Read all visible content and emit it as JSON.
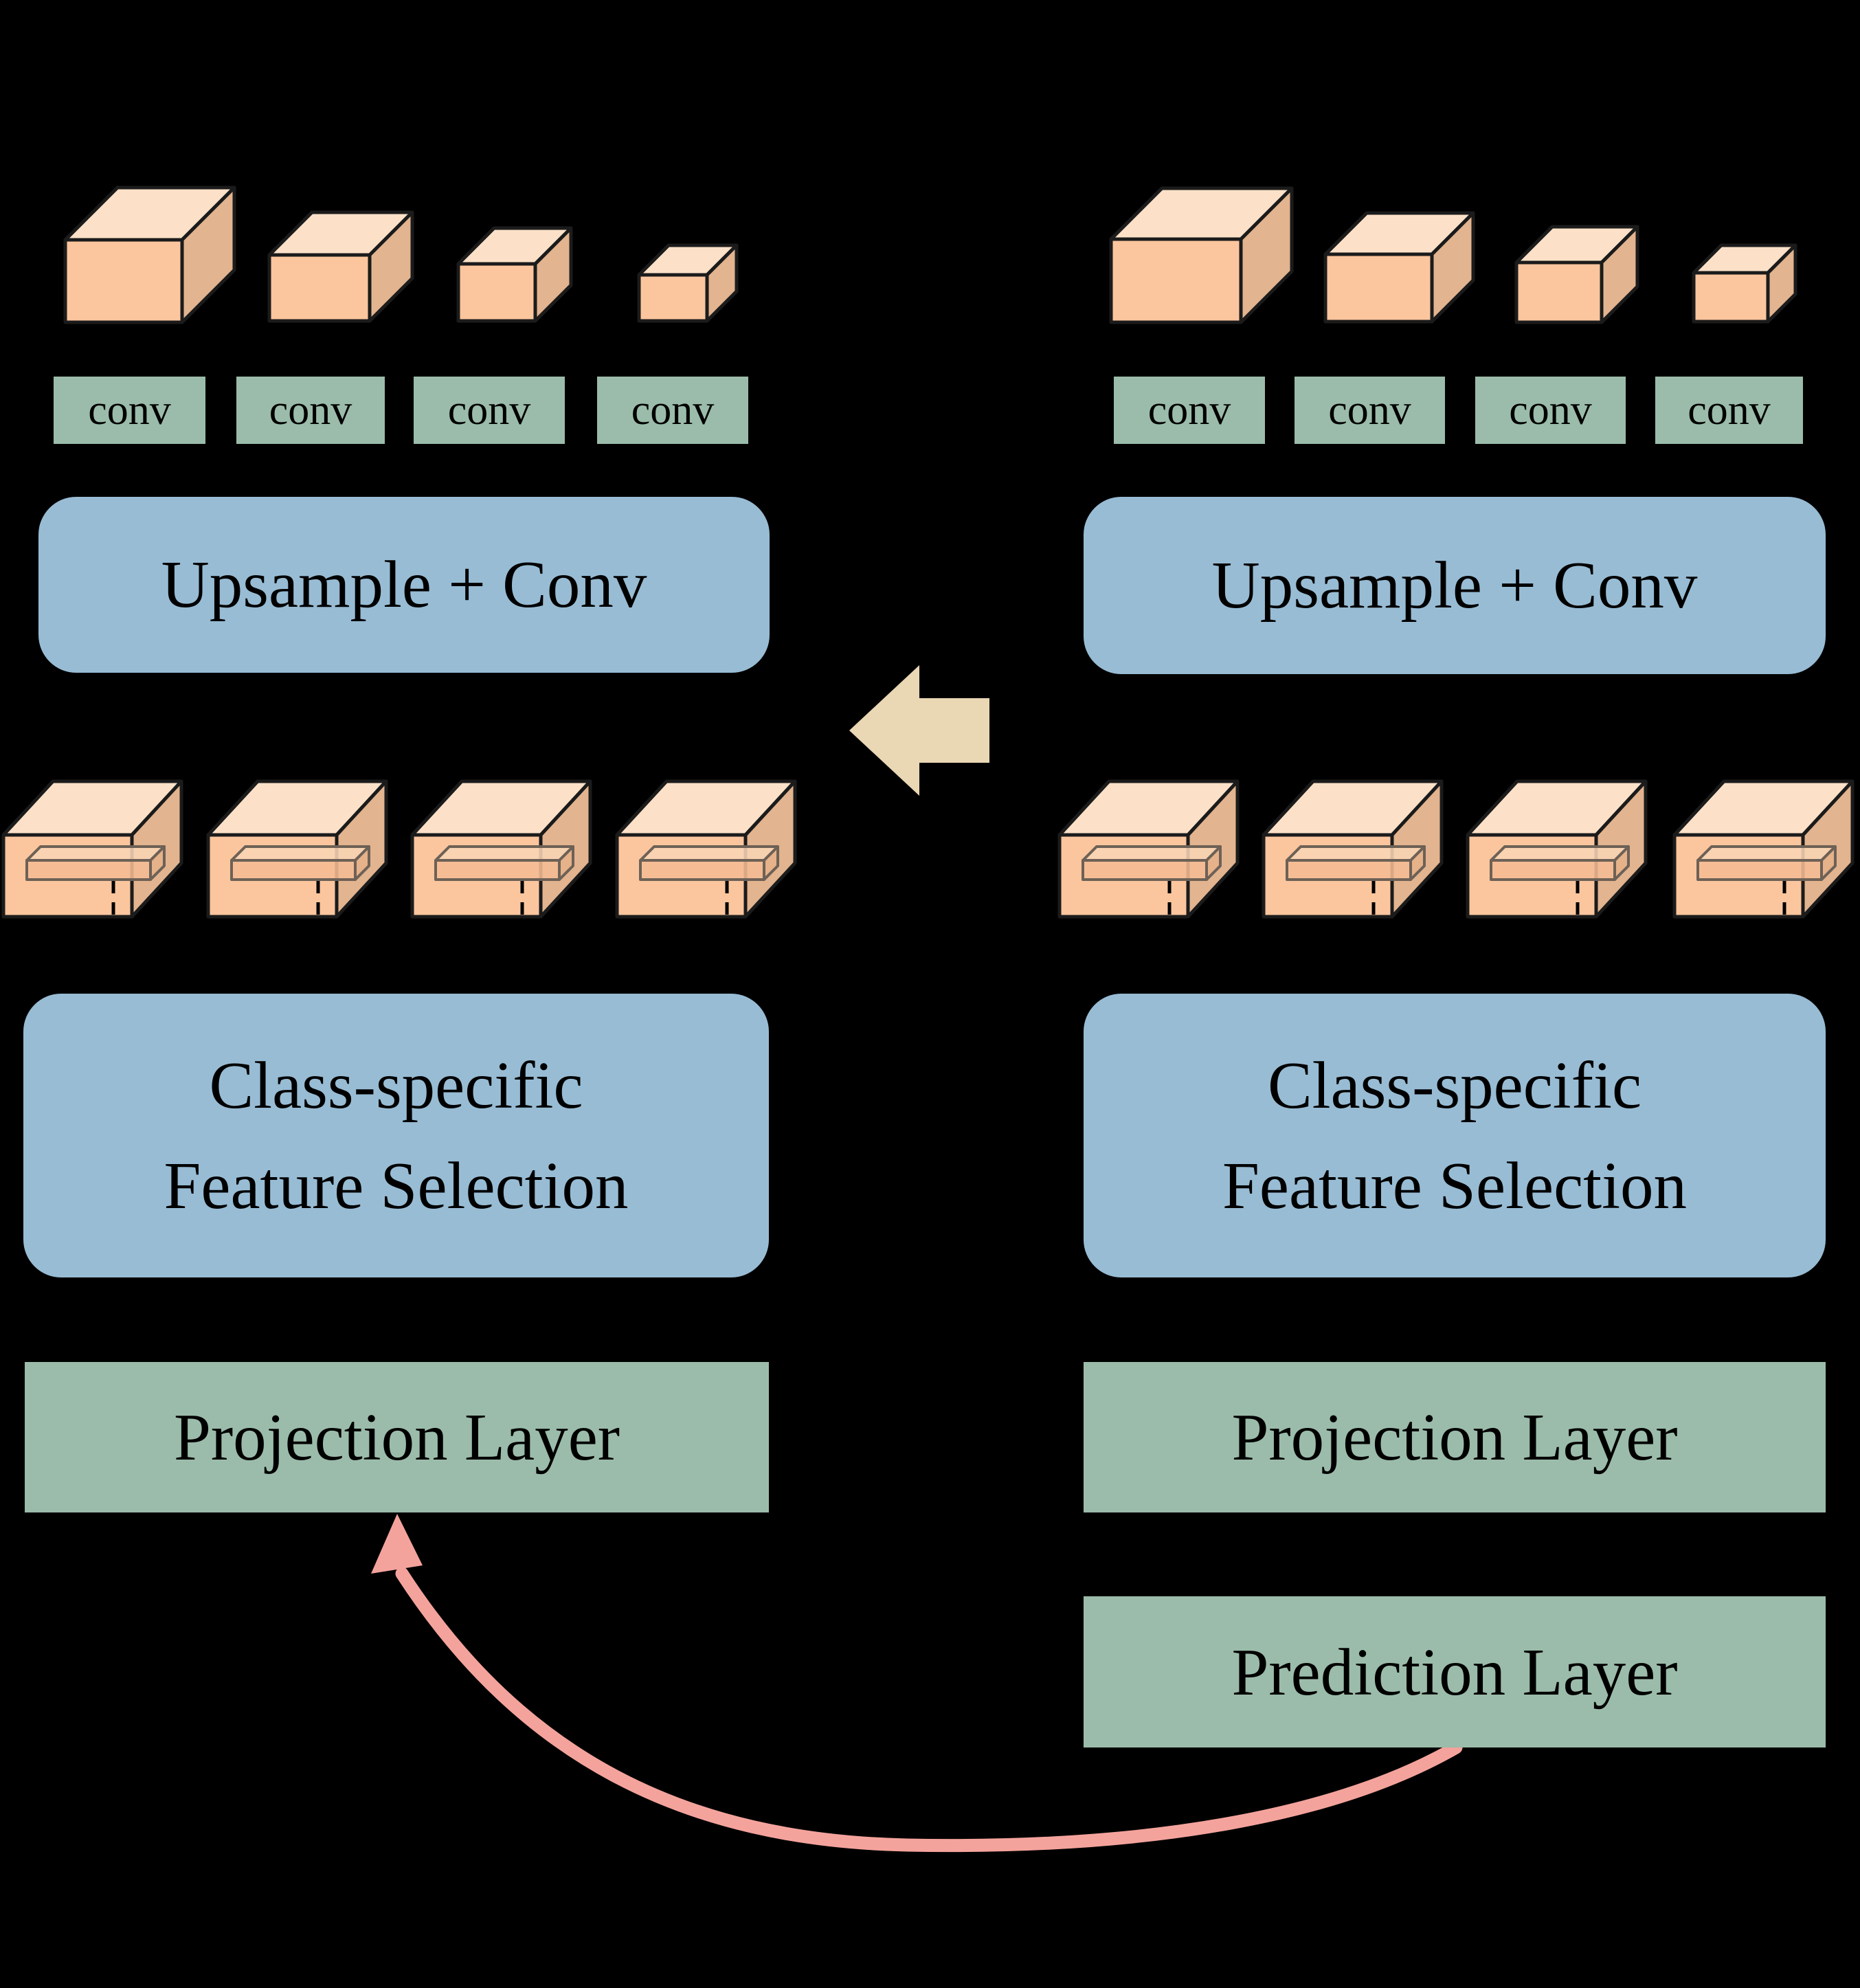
{
  "colors": {
    "background": "#000000",
    "box-front": "#FBC69E",
    "box-top": "#FCE1C8",
    "box-side": "#E2B48F",
    "box-outline": "#1B1B1B",
    "slab-front": "#F5BC94",
    "slab-top": "#F8D5B5",
    "slab-side": "#E5B28A",
    "slab-outline": "#6E6156",
    "green": "#9BBCAA",
    "blue": "#98BCD4",
    "tan-arrow": "#EAD7B4",
    "pink-arrow": "#F4A39C",
    "text": "#000000"
  },
  "icons": {
    "merge_arrow": "left-block-arrow",
    "feedback_arrow": "curved-up-arrow"
  },
  "left_branch": {
    "conv_labels": [
      "conv",
      "conv",
      "conv",
      "conv"
    ],
    "upsample_label": "Upsample + Conv",
    "feature_selection_line1": "Class-specific",
    "feature_selection_line2": "Feature Selection",
    "projection_label": "Projection Layer"
  },
  "right_branch": {
    "conv_labels": [
      "conv",
      "conv",
      "conv",
      "conv"
    ],
    "upsample_label": "Upsample + Conv",
    "feature_selection_line1": "Class-specific",
    "feature_selection_line2": "Feature Selection",
    "projection_label": "Projection Layer",
    "prediction_label": "Prediction Layer"
  }
}
